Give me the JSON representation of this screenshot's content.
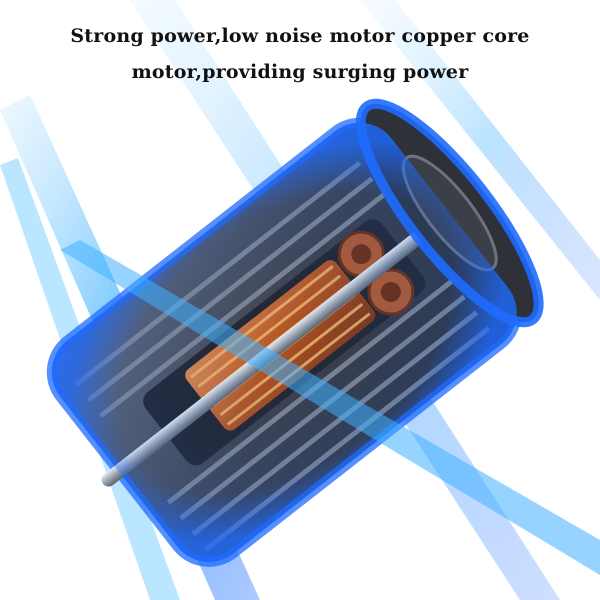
{
  "caption": {
    "line1": "Strong power,low noise motor copper core",
    "line2": "motor,providing surging power"
  },
  "image": {
    "subject": "cutaway-motor",
    "accent_colors": {
      "blue_glow": "#1e6bff",
      "light_beam": "#3fb0ff",
      "copper": "#c4622d",
      "housing": "#4a4d55"
    }
  }
}
